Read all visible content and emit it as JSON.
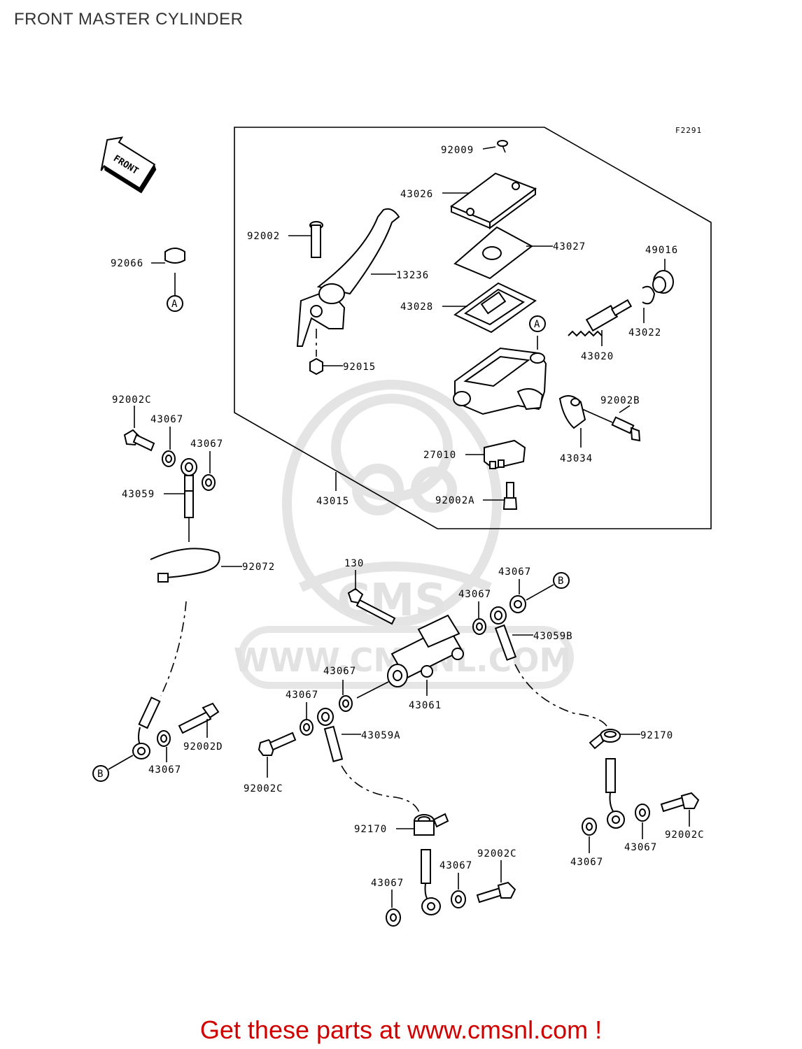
{
  "title": "FRONT MASTER CYLINDER",
  "figure_code": "F2291",
  "front_arrow_label": "FRONT",
  "watermark": {
    "logo_text": "CMS",
    "url_text": "WWW.CMSNL.COM"
  },
  "callouts": {
    "A": "A",
    "B": "B"
  },
  "parts": {
    "p92009": "92009",
    "p43026": "43026",
    "p43027": "43027",
    "p49016": "49016",
    "p92002": "92002",
    "p13236": "13236",
    "p43028": "43028",
    "p43022": "43022",
    "p43020": "43020",
    "p92066": "92066",
    "p92015": "92015",
    "p92002B": "92002B",
    "p92002C_a": "92002C",
    "p43067_a": "43067",
    "p43067_b": "43067",
    "p43034": "43034",
    "p27010": "27010",
    "p43059": "43059",
    "p43015": "43015",
    "p92002A": "92002A",
    "p92072": "92072",
    "p130": "130",
    "p43067_c": "43067",
    "p43067_d": "43067",
    "p43059B": "43059B",
    "p43067_e": "43067",
    "p43061": "43061",
    "p43067_f": "43067",
    "p43059A": "43059A",
    "p92002D": "92002D",
    "p92170_a": "92170",
    "p43067_g": "43067",
    "p92002C_b": "92002C",
    "p92170_b": "92170",
    "p92002C_c": "92002C",
    "p43067_h": "43067",
    "p43067_i": "43067",
    "p92002C_d": "92002C",
    "p43067_j": "43067",
    "p43067_k": "43067"
  },
  "footer": {
    "text": "Get these parts at www.cmsnl.com !",
    "color": "#d10000"
  }
}
